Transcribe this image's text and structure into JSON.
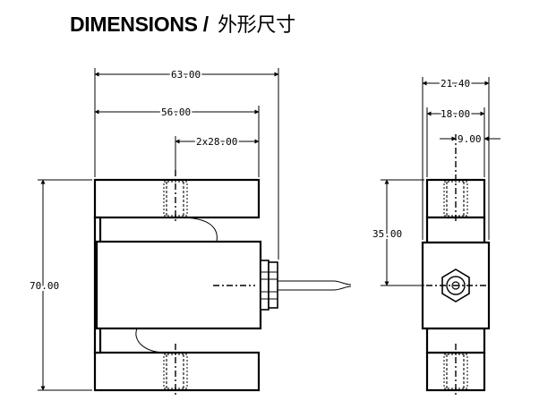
{
  "header": {
    "title_en": "DIMENSIONS /",
    "title_cn": "外形尺寸"
  },
  "front_view": {
    "dim_total_width": "63.00",
    "dim_body_width": "56.00",
    "dim_hole_spacing": "2x28.00",
    "dim_height": "70.00"
  },
  "side_view": {
    "dim_total_width": "21.40",
    "dim_inner_width": "18.00",
    "dim_offset": "9.00",
    "dim_height": "35.00"
  }
}
